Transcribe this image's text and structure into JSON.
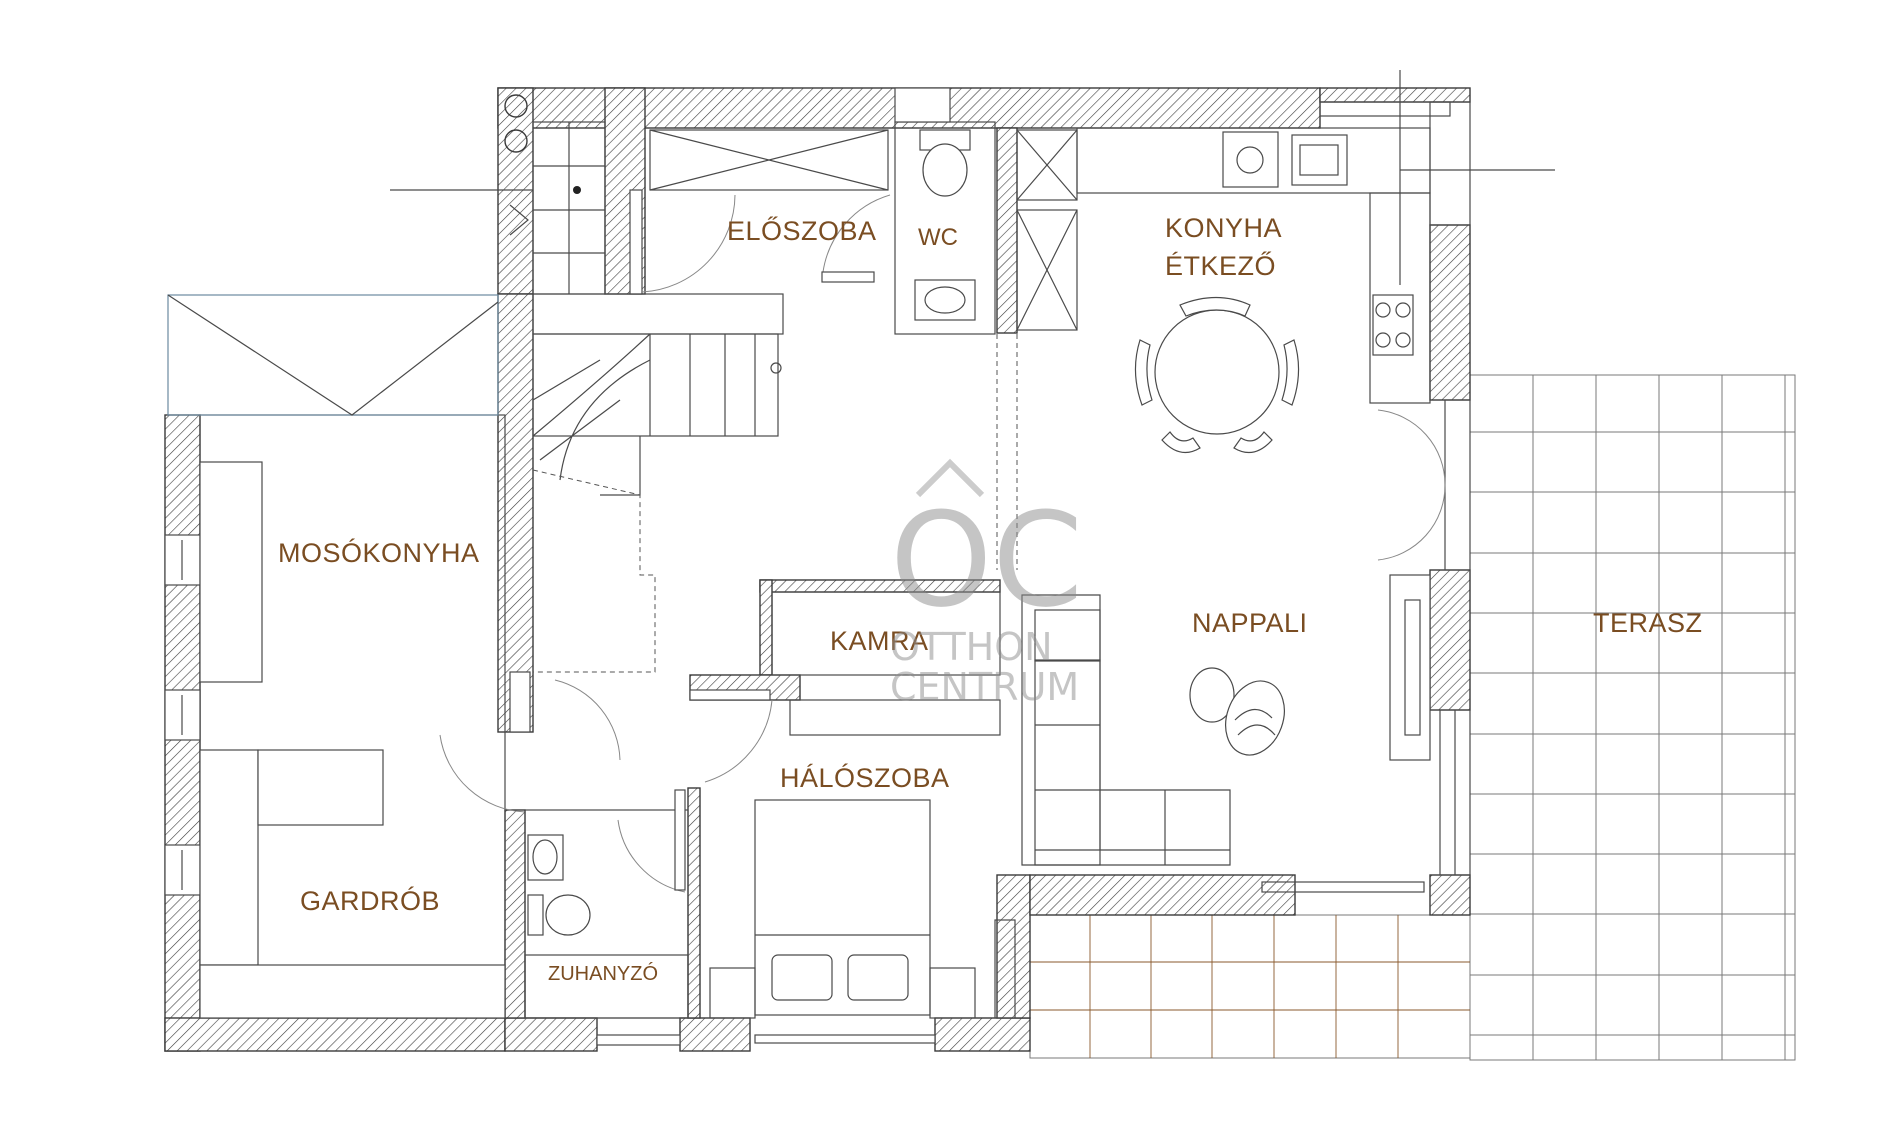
{
  "rooms": {
    "eloszoba": "ELŐSZOBA",
    "wc": "WC",
    "konyha_1": "KONYHA",
    "konyha_2": "ÉTKEZŐ",
    "mosokonyha": "MOSÓKONYHA",
    "kamra": "KAMRA",
    "nappali": "NAPPALI",
    "terasz": "TERASZ",
    "haloszoba": "HÁLÓSZOBA",
    "gardrob": "GARDRÓB",
    "zuhanyzo": "ZUHANYZÓ"
  },
  "watermark": {
    "logo": "OC",
    "line1": "OTTHON",
    "line2": "CENTRUM"
  },
  "colors": {
    "label": "#7a4d22",
    "wall_line": "#3a3a3a",
    "terrace_tile_accent": "#8a5a2c"
  }
}
